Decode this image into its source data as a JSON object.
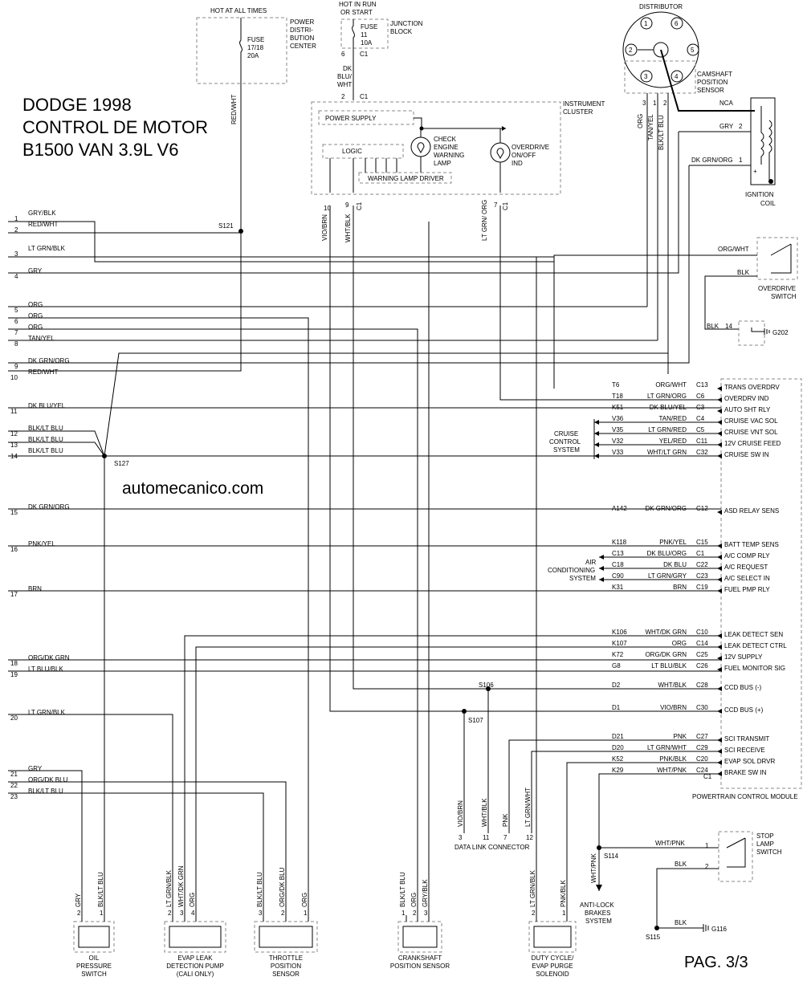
{
  "title": {
    "line1": "DODGE 1998",
    "line2": "CONTROL DE MOTOR",
    "line3": "B1500 VAN 3.9L V6"
  },
  "watermark": "automecanico.com",
  "page_label": "PAG. 3/3",
  "power": {
    "hot_at_all_times": "HOT AT ALL TIMES",
    "pdc_label": [
      "POWER",
      "DISTRI-",
      "BUTION",
      "CENTER"
    ],
    "pdc_fuse": [
      "FUSE",
      "17/18",
      "20A"
    ],
    "hot_in_run": [
      "HOT IN RUN",
      "OR START"
    ],
    "junction_label": [
      "JUNCTION",
      "BLOCK"
    ],
    "jb_fuse": [
      "FUSE",
      "11",
      "10A"
    ],
    "jb_pin": "6",
    "jb_conn": "C1",
    "red_wht": "RED/WHT",
    "dk_blu_wht": [
      "DK",
      "BLU/",
      "WHT"
    ],
    "ic_pin": "2",
    "ic_conn": "C1"
  },
  "instrument_cluster": {
    "label": [
      "INSTRUMENT",
      "CLUSTER"
    ],
    "power_supply": "POWER SUPPLY",
    "logic": "LOGIC",
    "warning_driver": "WARNING LAMP DRIVER",
    "check_engine": [
      "CHECK",
      "ENGINE",
      "WARNING",
      "LAMP"
    ],
    "overdrive": [
      "OVERDRIVE",
      "ON/OFF",
      "IND"
    ],
    "out_wires": [
      {
        "pin": "10",
        "color": "VIO/BRN"
      },
      {
        "pin": "9",
        "color": "WHT/BLK",
        "conn": "C1"
      },
      {
        "pin": "7",
        "color": "LT GRN/ ORG",
        "conn": "C1"
      }
    ]
  },
  "distributor": {
    "label": "DISTRIBUTOR",
    "numbers": [
      "1",
      "6",
      "2",
      "5",
      "3",
      "4"
    ],
    "cam_label": [
      "CAMSHAFT",
      "POSITION",
      "SENSOR"
    ],
    "pins": [
      {
        "pin": "3",
        "color": "ORG"
      },
      {
        "pin": "1",
        "color": "TAN/YEL"
      },
      {
        "pin": "2",
        "color": "BLK/LT BLU"
      }
    ]
  },
  "ignition_coil": {
    "label": [
      "IGNITION",
      "COIL"
    ],
    "nca": "NCA",
    "gry": "GRY",
    "gry_pin": "2",
    "dk_grn_org": "DK GRN/ORG",
    "dk_pin": "1",
    "plus": "+"
  },
  "overdrive_switch": {
    "label": [
      "OVERDRIVE",
      "SWITCH"
    ],
    "org_wht": "ORG/WHT",
    "blk": "BLK",
    "ground_wire": "BLK",
    "ground_pin": "14",
    "ground": "G202"
  },
  "splices": {
    "s121": "S121",
    "s127": "S127",
    "s106": "S106",
    "s107": "S107",
    "s114": "S114",
    "s115": "S115",
    "g116": "G116"
  },
  "rows": [
    {
      "num": "1",
      "label": "GRY/BLK"
    },
    {
      "num": "2",
      "label": "RED/WHT"
    },
    {
      "num": "3",
      "label": "LT GRN/BLK"
    },
    {
      "num": "4",
      "label": "GRY"
    },
    {
      "num": "5",
      "label": "ORG"
    },
    {
      "num": "6",
      "label": "ORG"
    },
    {
      "num": "7",
      "label": "ORG"
    },
    {
      "num": "8",
      "label": "TAN/YEL"
    },
    {
      "num": "9",
      "label": "DK GRN/ORG"
    },
    {
      "num": "10",
      "label": "RED/WHT"
    },
    {
      "num": "11",
      "label": "DK BLU/YEL"
    },
    {
      "num": "12",
      "label": "BLK/LT BLU"
    },
    {
      "num": "13",
      "label": "BLK/LT BLU"
    },
    {
      "num": "14",
      "label": "BLK/LT BLU"
    },
    {
      "num": "15",
      "label": "DK GRN/ORG"
    },
    {
      "num": "16",
      "label": "PNK/YEL"
    },
    {
      "num": "17",
      "label": "BRN"
    },
    {
      "num": "18",
      "label": "ORG/DK GRN"
    },
    {
      "num": "19",
      "label": "LT BLU/BLK"
    },
    {
      "num": "20",
      "label": "LT GRN/BLK"
    },
    {
      "num": "21",
      "label": "GRY"
    },
    {
      "num": "22",
      "label": "ORG/DK BLU"
    },
    {
      "num": "23",
      "label": "BLK/LT BLU"
    }
  ],
  "pcm": {
    "label": "POWERTRAIN CONTROL MODULE",
    "pins": [
      {
        "circuit": "T6",
        "color": "ORG/WHT",
        "conn": "C13",
        "func": "TRANS OVERDRV"
      },
      {
        "circuit": "T18",
        "color": "LT GRN/ORG",
        "conn": "C6",
        "func": "OVERDRV IND"
      },
      {
        "circuit": "K51",
        "color": "DK BLU/YEL",
        "conn": "C3",
        "func": "AUTO SHT RLY"
      },
      {
        "circuit": "V36",
        "color": "TAN/RED",
        "conn": "C4",
        "func": "CRUISE VAC SOL"
      },
      {
        "circuit": "V35",
        "color": "LT GRN/RED",
        "conn": "C5",
        "func": "CRUISE VNT SOL"
      },
      {
        "circuit": "V32",
        "color": "YEL/RED",
        "conn": "C11",
        "func": "12V CRUISE FEED"
      },
      {
        "circuit": "V33",
        "color": "WHT/LT GRN",
        "conn": "C32",
        "func": "CRUISE SW IN"
      },
      {
        "circuit": "A142",
        "color": "DK GRN/ORG",
        "conn": "C12",
        "func": "ASD RELAY SENS"
      },
      {
        "circuit": "K118",
        "color": "PNK/YEL",
        "conn": "C15",
        "func": "BATT TEMP SENS"
      },
      {
        "circuit": "C13",
        "color": "DK BLU/ORG",
        "conn": "C1",
        "func": "A/C COMP RLY"
      },
      {
        "circuit": "C18",
        "color": "DK BLU",
        "conn": "C22",
        "func": "A/C REQUEST"
      },
      {
        "circuit": "C90",
        "color": "LT GRN/GRY",
        "conn": "C23",
        "func": "A/C SELECT IN"
      },
      {
        "circuit": "K31",
        "color": "BRN",
        "conn": "C19",
        "func": "FUEL PMP RLY"
      },
      {
        "circuit": "K106",
        "color": "WHT/DK GRN",
        "conn": "C10",
        "func": "LEAK DETECT SEN"
      },
      {
        "circuit": "K107",
        "color": "ORG",
        "conn": "C14",
        "func": "LEAK DETECT CTRL"
      },
      {
        "circuit": "K72",
        "color": "ORG/DK GRN",
        "conn": "C25",
        "func": "12V SUPPLY"
      },
      {
        "circuit": "G8",
        "color": "LT BLU/BLK",
        "conn": "C26",
        "func": "FUEL MONITOR SIG"
      },
      {
        "circuit": "D2",
        "color": "WHT/BLK",
        "conn": "C28",
        "func": "CCD BUS (-)"
      },
      {
        "circuit": "D1",
        "color": "VIO/BRN",
        "conn": "C30",
        "func": "CCD BUS (+)"
      },
      {
        "circuit": "D21",
        "color": "PNK",
        "conn": "C27",
        "func": "SCI TRANSMIT"
      },
      {
        "circuit": "D20",
        "color": "LT GRN/WHT",
        "conn": "C29",
        "func": "SCI RECEIVE"
      },
      {
        "circuit": "K52",
        "color": "PNK/BLK",
        "conn": "C20",
        "func": "EVAP SOL DRVR"
      },
      {
        "circuit": "K29",
        "color": "WHT/PNK",
        "conn": "C24",
        "func": "BRAKE SW IN"
      }
    ],
    "last_conn": "C1"
  },
  "cruise_label": [
    "CRUISE",
    "CONTROL",
    "SYSTEM"
  ],
  "ac_label": [
    "AIR",
    "CONDITIONING",
    "SYSTEM"
  ],
  "dlc": {
    "label": "DATA LINK CONNECTOR",
    "pins": [
      {
        "pin": "3",
        "color": "VIO/BRN"
      },
      {
        "pin": "11",
        "color": "WHT/BLK"
      },
      {
        "pin": "7",
        "color": "PNK"
      },
      {
        "pin": "12",
        "color": "LT GRN/WHT"
      }
    ]
  },
  "stop_lamp": {
    "label": [
      "STOP",
      "LAMP",
      "SWITCH"
    ],
    "wht_pnk": "WHT/PNK",
    "pin1": "1",
    "blk": "BLK",
    "pin2": "2",
    "abs": [
      "ANTI-LOCK",
      "BRAKES",
      "SYSTEM"
    ],
    "abs_wire": "WHT/PNK",
    "g_wire": "BLK"
  },
  "components": [
    {
      "label": [
        "OIL",
        "PRESSURE",
        "SWITCH"
      ],
      "pins": [
        {
          "pin": "2",
          "color": "GRY"
        },
        {
          "pin": "1",
          "color": "BLK/LT BLU"
        }
      ]
    },
    {
      "label": [
        "EVAP LEAK",
        "DETECTION PUMP",
        "(CALI ONLY)"
      ],
      "pins": [
        {
          "pin": "2",
          "color": "LT GRN/BLK"
        },
        {
          "pin": "3",
          "color": "WHT/DK GRN"
        },
        {
          "pin": "4",
          "color": "ORG"
        }
      ]
    },
    {
      "label": [
        "THROTTLE",
        "POSITION",
        "SENSOR"
      ],
      "pins": [
        {
          "pin": "3",
          "color": "BLK/LT BLU"
        },
        {
          "pin": "2",
          "color": "ORG/DK BLU"
        },
        {
          "pin": "1",
          "color": "ORG"
        }
      ]
    },
    {
      "label": [
        "CRANKSHAFT",
        "POSITION SENSOR"
      ],
      "pins": [
        {
          "pin": "1",
          "color": "BLK/LT BLU"
        },
        {
          "pin": "2",
          "color": "ORG"
        },
        {
          "pin": "3",
          "color": "GRY/BLK"
        }
      ]
    },
    {
      "label": [
        "DUTY CYCLE/",
        "EVAP PURGE",
        "SOLENOID"
      ],
      "pins": [
        {
          "pin": "2",
          "color": "LT GRN/BLK"
        },
        {
          "pin": "1",
          "color": "PNK/BLK"
        }
      ]
    }
  ]
}
